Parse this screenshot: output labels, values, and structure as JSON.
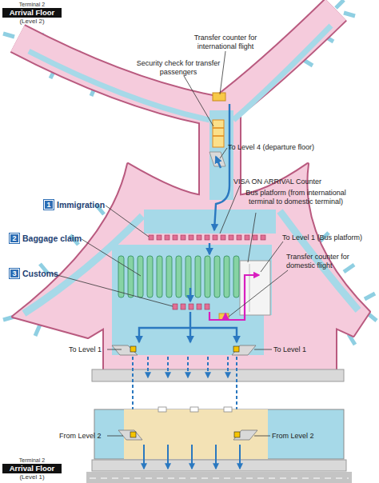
{
  "diagram": {
    "nodes": [
      {
        "text": [
          "Terminal 2",
          "Arrival Floor",
          "(Level 2)"
        ]
      },
      {
        "text": [
          "1",
          "Immigration"
        ]
      },
      {
        "text": [
          "2",
          "Baggage claim"
        ]
      },
      {
        "text": [
          "3",
          "Customs"
        ]
      },
      {
        "text": [
          "Terminal 2",
          "Arrival Floor",
          "(Level 1)"
        ]
      }
    ],
    "labels": [
      "Transfer counter for international flight",
      "Security check for transfer passengers",
      "To Level 4 (departure floor)",
      "VISA ON ARRIVAL Counter",
      "Bus platform (from international terminal to domestic terminal)",
      "To Level 1 (Bus platform)",
      "Transfer counter for domestic flight",
      "To Level 1",
      "To Level 1",
      "From Level 2",
      "From Level 2"
    ]
  }
}
